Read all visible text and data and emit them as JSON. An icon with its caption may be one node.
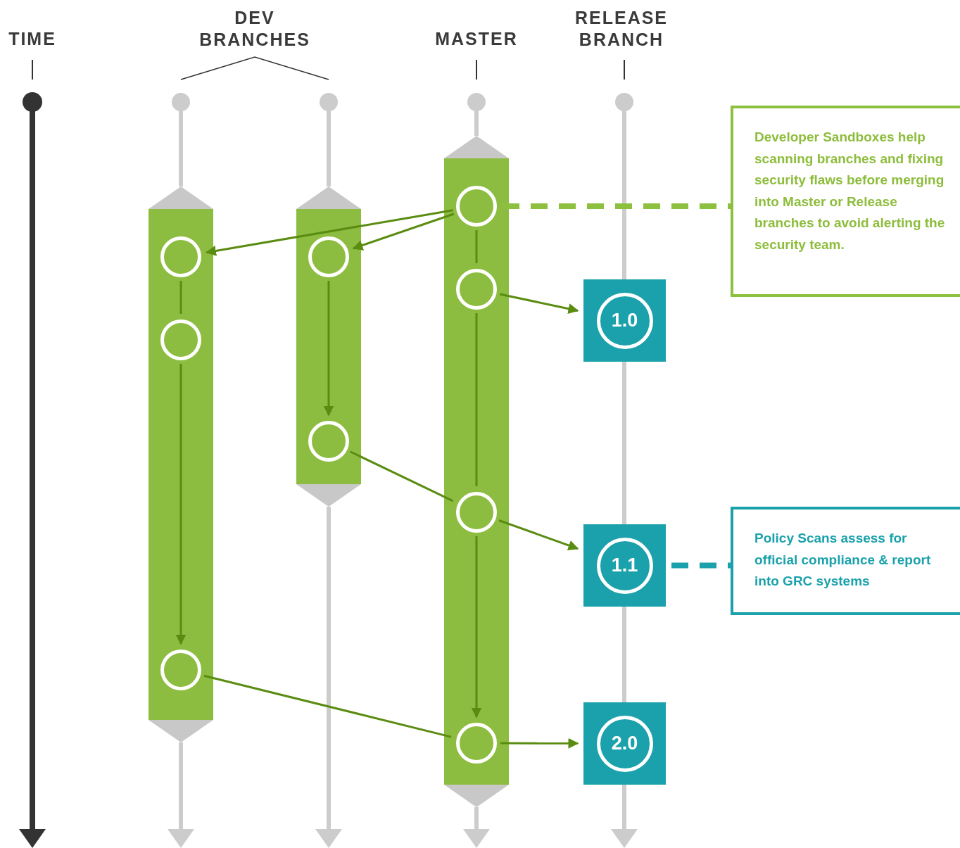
{
  "diagram": {
    "nodes": [
      {
        "text": [],
        "shape": "bar"
      },
      {
        "text": [],
        "shape": "bar"
      },
      {
        "text": [],
        "shape": "bar"
      },
      {
        "text": [],
        "shape": "circle",
        "in": 0
      },
      {
        "text": [],
        "shape": "circle",
        "in": 0
      },
      {
        "text": [],
        "shape": "circle",
        "in": 0
      },
      {
        "text": [],
        "shape": "circle",
        "in": 1
      },
      {
        "text": [],
        "shape": "circle",
        "in": 1
      },
      {
        "text": [],
        "shape": "circle",
        "in": 2
      },
      {
        "text": [],
        "shape": "circle",
        "in": 2
      },
      {
        "text": [],
        "shape": "circle",
        "in": 2
      },
      {
        "text": [],
        "shape": "circle",
        "in": 2
      },
      {
        "text": [
          "1.0"
        ]
      },
      {
        "text": [
          "1.1"
        ]
      },
      {
        "text": [
          "2.0"
        ]
      },
      {
        "text": [
          "Developer Sandboxes help scanning branches and fixing security flaws before merging into Master or Release branches to avoid alerting the security team."
        ]
      },
      {
        "text": [
          "Policy Scans assess for official compliance & report into GRC systems"
        ]
      }
    ],
    "edges": [
      {
        "from": 8,
        "to": 3,
        "arrow": "to"
      },
      {
        "from": 8,
        "to": 6,
        "arrow": "to"
      },
      {
        "from": 3,
        "to": 4,
        "arrow": "none"
      },
      {
        "from": 4,
        "to": 5,
        "arrow": "to"
      },
      {
        "from": 6,
        "to": 7,
        "arrow": "to"
      },
      {
        "from": 8,
        "to": 9,
        "arrow": "none"
      },
      {
        "from": 9,
        "to": 12,
        "arrow": "to"
      },
      {
        "from": 9,
        "to": 10,
        "arrow": "none"
      },
      {
        "from": 7,
        "to": 10,
        "arrow": "none"
      },
      {
        "from": 10,
        "to": 13,
        "arrow": "to"
      },
      {
        "from": 10,
        "to": 11,
        "arrow": "to"
      },
      {
        "from": 5,
        "to": 11,
        "arrow": "none"
      },
      {
        "from": 11,
        "to": 14,
        "arrow": "to"
      },
      {
        "from": 8,
        "to": 15,
        "arrow": "none",
        "style": "dashed",
        "color": "#8dc03f"
      },
      {
        "from": 13,
        "to": 16,
        "arrow": "none",
        "style": "dashed",
        "color": "#1aa1ab"
      }
    ],
    "labels": [
      "TIME",
      "DEV BRANCHES",
      "MASTER",
      "RELEASE BRANCH"
    ]
  }
}
